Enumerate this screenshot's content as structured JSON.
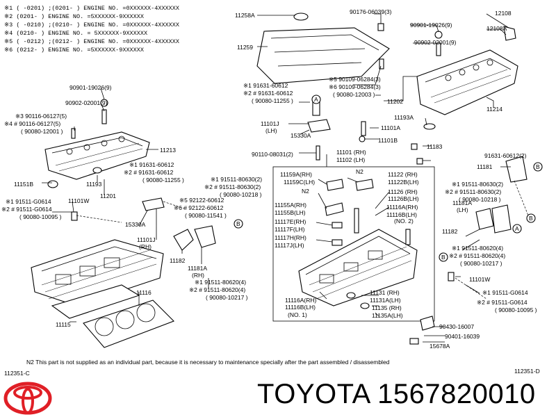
{
  "header_notes": [
    "※1 (      -0201) ;(0201-     ) ENGINE NO. =0XXXXXX-4XXXXXX",
    "※2 (0201-     ) ENGINE NO. =5XXXXXX-9XXXXXX",
    "※3 (      -0210) ;(0210-     ) ENGINE NO. =0XXXXXX-4XXXXXX",
    "※4 (0210-     ) ENGINE NO. = 5XXXXXX-9XXXXXX",
    "※5 (      -0212) ;(0212-     ) ENGINE NO. =0XXXXXX-4XXXXXX",
    "※6 (0212-     ) ENGINE NO. =5XXXXXX-9XXXXXX"
  ],
  "labels": {
    "l11258a": "11258A",
    "l90176": "90176-06039(3)",
    "l12108": "12108",
    "l12108a": "12108A",
    "l90901a": "90901-19026(9)",
    "l90902a": "90902-02001(9)",
    "l11259": "11259",
    "l90901b": "90901-19026(9)",
    "l90902b": "90902-02001(9)",
    "l90109a": "※5 90109-06284(3)",
    "l90109b": "※6 90109-06284(3)",
    "l90080_12003": "( 90080-12003 )",
    "l91631a": "※1 91631-60612",
    "l91631b": "※2 # 91631-60612",
    "l90080_11255a": "( 90080-11255 )",
    "l11202": "11202",
    "l90116a": "※3 90116-06127(5)",
    "l90116b": "※4 # 90116-06127(5)",
    "l90080_12001": "( 90080-12001 )",
    "l11193a": "11193A",
    "l11214": "11214",
    "l11101j_top": "11101J",
    "l11101j_top_lh": "(LH)",
    "l11101a": "11101A",
    "l15330a_top": "15330A",
    "l11101b": "11101B",
    "l11213": "11213",
    "l90110": "90110-08031(2)",
    "l11101rh": "11101 (RH)",
    "l11102lh": "11102 (LH)",
    "l11183": "11183",
    "l91631c": "※1 91631-60612",
    "l91631d": "※2 # 91631-60612",
    "l90080_11255b": "( 90080-11255 )",
    "l91631e": "91631-60612(2)",
    "l11181": "11181",
    "l11151b": "11151B",
    "l11193": "11193",
    "l11201": "11201",
    "l91511_80630a": "※1 91511-80630(2)",
    "l91511_80630b": "※2 # 91511-80630(2)",
    "l90080_10218a": "( 90080-10218 )",
    "l91511_g0614a": "※1 91511-G0614",
    "l91511_g0614b": "※2 # 91511-G0614",
    "l90080_10095a": "( 90080-10095 )",
    "l11101w_left": "11101W",
    "l92122a": "※5 92122-60612",
    "l92122b": "※6 # 92122-60612",
    "l90080_11541": "( 90080-11541 )",
    "l15330a_mid": "15330A",
    "l11101j_mid": "11101J",
    "l11101j_mid_rh": "(RH)",
    "l11182_left": "11182",
    "l11181a_left": "11181A",
    "l11181a_left_rh": "(RH)",
    "l91511_80620a": "※1 91511-80620(4)",
    "l91511_80620b": "※2 # 91511-80620(4)",
    "l90080_10217a": "( 90080-10217 )",
    "l11116": "11116",
    "l11115": "11115",
    "l11159a": "11159A(RH)",
    "l11159c": "11159C(LH)",
    "l11122rh": "11122 (RH)",
    "l11122b": "11122B(LH)",
    "l11126rh": "11126 (RH)",
    "l11126b": "11126B(LH)",
    "l11155a": "11155A(RH)",
    "l11155b": "11155B(LH)",
    "l11116a_rh": "11116A(RH)",
    "l11116b_lh": "11116B(LH)",
    "l11117e": "11117E(RH)",
    "l11117f": "11117F(LH)",
    "l11117h": "11117H(RH)",
    "l11117j": "11117J(LH)",
    "l11131rh": "11131 (RH)",
    "l11131a": "11131A(LH)",
    "l11135rh": "11135 (RH)",
    "l11135a": "11135A(LH)",
    "l11116a_bot": "11116A(RH)",
    "l11116b_bot": "11116B(LH)",
    "lno1": "(NO. 1)",
    "lno2": "(NO. 2)",
    "ln2a": "N2",
    "ln2b": "N2",
    "l91511_80630c": "※1 91511-80630(2)",
    "l91511_80630d": "※2 # 91511-80630(2)",
    "l90080_10218b": "( 90080-10218 )",
    "l11181a_right": "11181A",
    "l11181a_right_lh": "(LH)",
    "l11182_right": "11182",
    "l91511_80620c": "※1 91511-80620(4)",
    "l91511_80620d": "※2 # 91511-80620(4)",
    "l90080_10217b": "( 90080-10217 )",
    "l11101w_right": "11101W",
    "l91511_g0614c": "※1 91511-G0614",
    "l91511_g0614d": "※2 # 91511-G0614",
    "l90080_10095b": "( 90080-10095 )",
    "l90430": "90430-16007",
    "l90401": "90401-16039",
    "l15678a": "15678A",
    "bA": "A",
    "bB": "B",
    "bB2": "B",
    "bB3": "B",
    "bB4": "B",
    "bA2": "A"
  },
  "footnote": "N2  This part is not supplied as an individual part, because it is necessary to maintenance specially after the part assembled / disassembled",
  "code_left": "112351-C",
  "code_right": "112351-D",
  "brand_text": "TOYOTA 1567820010",
  "colors": {
    "logo": "#e01f26",
    "ink": "#000000"
  }
}
